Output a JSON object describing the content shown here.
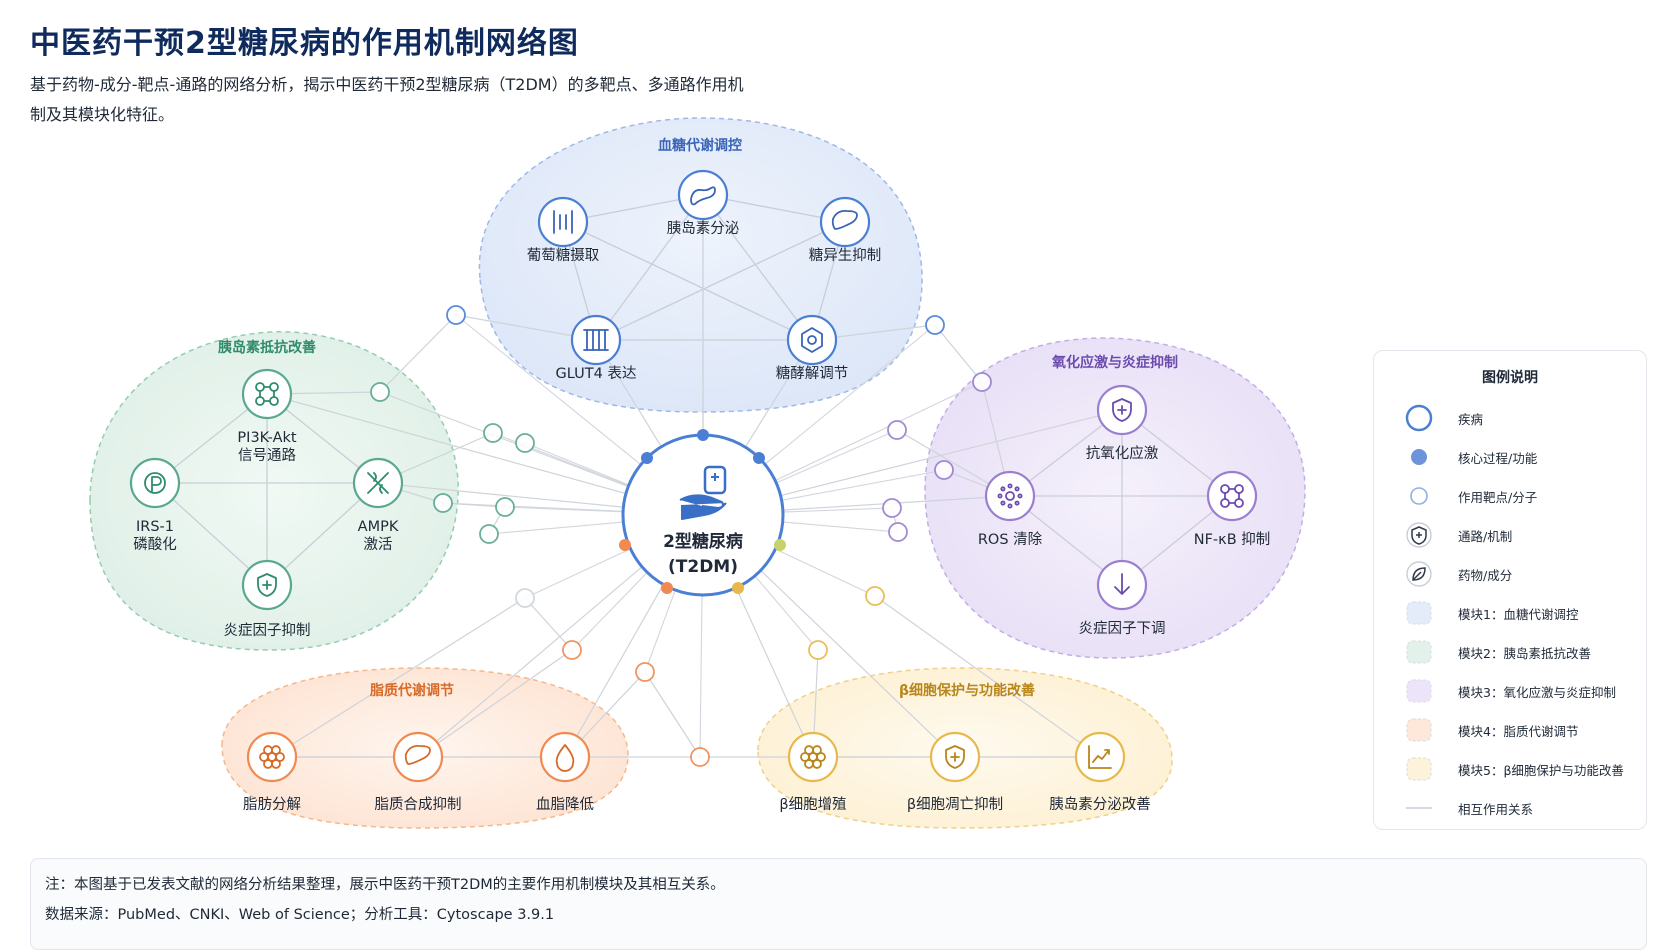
{
  "title": "中医药干预2型糖尿病的作用机制网络图",
  "subtitle": "基于药物-成分-靶点-通路的网络分析，揭示中医药干预2型糖尿病（T2DM）的多靶点、多通路作用机制及其模块化特征。",
  "center": {
    "line1": "2型糖尿病",
    "line2": "(T2DM)",
    "icon": "hand-drug-icon"
  },
  "colors": {
    "blue": "#4a7fd4",
    "green": "#5aa88e",
    "purple": "#9a7fd0",
    "orange": "#f08a50",
    "yellow": "#e8b84a",
    "title": "#0f2a5c"
  },
  "modules": [
    {
      "id": "glucose",
      "title": "血糖代谢调控",
      "color": "#3a64b8",
      "nodes": [
        {
          "label": "葡萄糖摄取",
          "icon": "glucose-uptake-icon"
        },
        {
          "label": "胰岛素分泌",
          "icon": "pancreas-icon"
        },
        {
          "label": "糖异生抑制",
          "icon": "liver-icon"
        },
        {
          "label": "GLUT4 表达",
          "icon": "transporter-icon"
        },
        {
          "label": "糖酵解调节",
          "icon": "glycolysis-icon"
        }
      ]
    },
    {
      "id": "insulin",
      "title": "胰岛素抵抗改善",
      "color": "#2f8c6c",
      "nodes": [
        {
          "label": "PI3K-Akt\n信号通路",
          "icon": "signal-pathway-icon"
        },
        {
          "label": "IRS-1\n磷酸化",
          "icon": "phosphorylation-icon"
        },
        {
          "label": "AMPK\n激活",
          "icon": "ampk-icon"
        },
        {
          "label": "炎症因子抑制",
          "icon": "shield-icon"
        }
      ]
    },
    {
      "id": "oxidative",
      "title": "氧化应激与炎症抑制",
      "color": "#6b4cae",
      "nodes": [
        {
          "label": "抗氧化应激",
          "icon": "shield-icon"
        },
        {
          "label": "ROS 清除",
          "icon": "ros-icon"
        },
        {
          "label": "NF-κB 抑制",
          "icon": "nfkb-icon"
        },
        {
          "label": "炎症因子下调",
          "icon": "arrow-down-icon"
        }
      ]
    },
    {
      "id": "lipid",
      "title": "脂质代谢调节",
      "color": "#d86a28",
      "nodes": [
        {
          "label": "脂肪分解",
          "icon": "fat-cell-icon"
        },
        {
          "label": "脂质合成抑制",
          "icon": "liver-icon"
        },
        {
          "label": "血脂降低",
          "icon": "droplet-icon"
        }
      ]
    },
    {
      "id": "beta",
      "title": "β细胞保护与功能改善",
      "color": "#b8861a",
      "nodes": [
        {
          "label": "β细胞增殖",
          "icon": "cell-cluster-icon"
        },
        {
          "label": "β细胞凋亡抑制",
          "icon": "shield-icon"
        },
        {
          "label": "胰岛素分泌改善",
          "icon": "chart-up-icon"
        }
      ]
    }
  ],
  "legend": {
    "title": "图例说明",
    "items": [
      {
        "label": "疾病",
        "type": "disease"
      },
      {
        "label": "核心过程/功能",
        "type": "process"
      },
      {
        "label": "作用靶点/分子",
        "type": "target"
      },
      {
        "label": "通路/机制",
        "type": "pathway"
      },
      {
        "label": "药物/成分",
        "type": "drug"
      },
      {
        "label": "模块1：血糖代谢调控",
        "type": "module",
        "color": "#e4ecfa"
      },
      {
        "label": "模块2：胰岛素抵抗改善",
        "type": "module",
        "color": "#e2f2ea"
      },
      {
        "label": "模块3：氧化应激与炎症抑制",
        "type": "module",
        "color": "#ece4f8"
      },
      {
        "label": "模块4：脂质代谢调节",
        "type": "module",
        "color": "#fde8da"
      },
      {
        "label": "模块5：β细胞保护与功能改善",
        "type": "module",
        "color": "#fdf2da"
      },
      {
        "label": "相互作用关系",
        "type": "edge"
      }
    ]
  },
  "note": {
    "line1": "注：本图基于已发表文献的网络分析结果整理，展示中医药干预T2DM的主要作用机制模块及其相互关系。",
    "line2": "数据来源：PubMed、CNKI、Web of Science；分析工具：Cytoscape 3.9.1"
  }
}
